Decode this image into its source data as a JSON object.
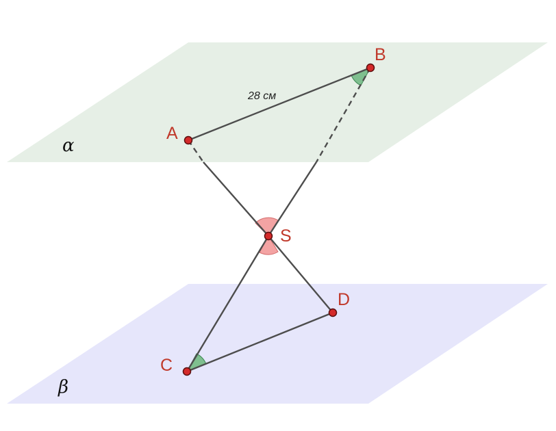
{
  "planes": {
    "alpha": {
      "label": "α",
      "fill": "#e6efe6"
    },
    "beta": {
      "label": "β",
      "fill": "#e6e6fb"
    }
  },
  "points": {
    "A": {
      "label": "A"
    },
    "B": {
      "label": "B"
    },
    "S": {
      "label": "S"
    },
    "C": {
      "label": "C"
    },
    "D": {
      "label": "D"
    }
  },
  "segments": {
    "AB_length": "28 см"
  },
  "colors": {
    "line": "#4d4d4d",
    "point_fill": "#d42a2a",
    "point_stroke": "#5a0e0e",
    "label": "#c0392b",
    "equal_angle": "#7fbf8f",
    "vertical_angle": "#f3a3a3"
  }
}
